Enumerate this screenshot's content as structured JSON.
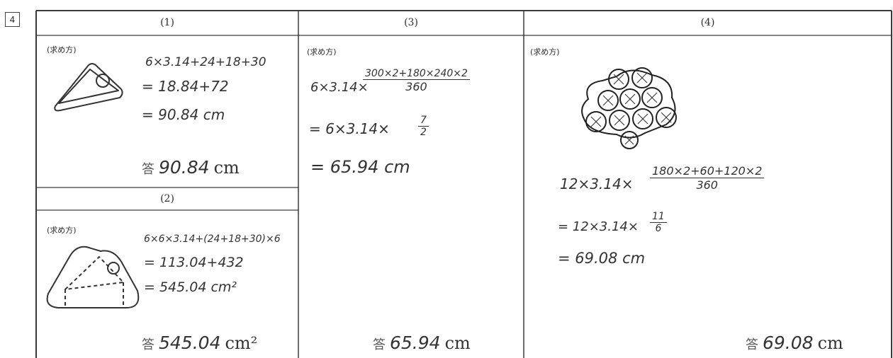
{
  "question_number": "4",
  "columns": {
    "c1_header": "(1)",
    "c2_header": "(2)",
    "c3_header": "(3)",
    "c4_header": "(4)"
  },
  "method_label": "(求め方)",
  "q1": {
    "line1": "6×3.14+24+18+30",
    "line2": "= 18.84+72",
    "line3": "= 90.84 cm",
    "answer_mark": "答",
    "answer_value": "90.84",
    "answer_unit": "cm"
  },
  "q2": {
    "line1": "6×6×3.14+(24+18+30)×6",
    "line2": "= 113.04+432",
    "line3": "= 545.04 cm²",
    "answer_mark": "答",
    "answer_value": "545.04",
    "answer_unit": "cm²"
  },
  "q3": {
    "line1_prefix": "6×3.14×",
    "line1_num": "300×2+180×240×2",
    "line1_den": "360",
    "line2_prefix": "= 6×3.14×",
    "line2_num": "7",
    "line2_den": "2",
    "line3": "= 65.94 cm",
    "answer_mark": "答",
    "answer_value": "65.94",
    "answer_unit": "cm"
  },
  "q4": {
    "line1_prefix": "12×3.14×",
    "line1_num": "180×2+60+120×2",
    "line1_den": "360",
    "line2_prefix": "= 12×3.14×",
    "line2_num": "11",
    "line2_den": "6",
    "line3": "= 69.08 cm",
    "answer_mark": "答",
    "answer_value": "69.08",
    "answer_unit": "cm"
  }
}
